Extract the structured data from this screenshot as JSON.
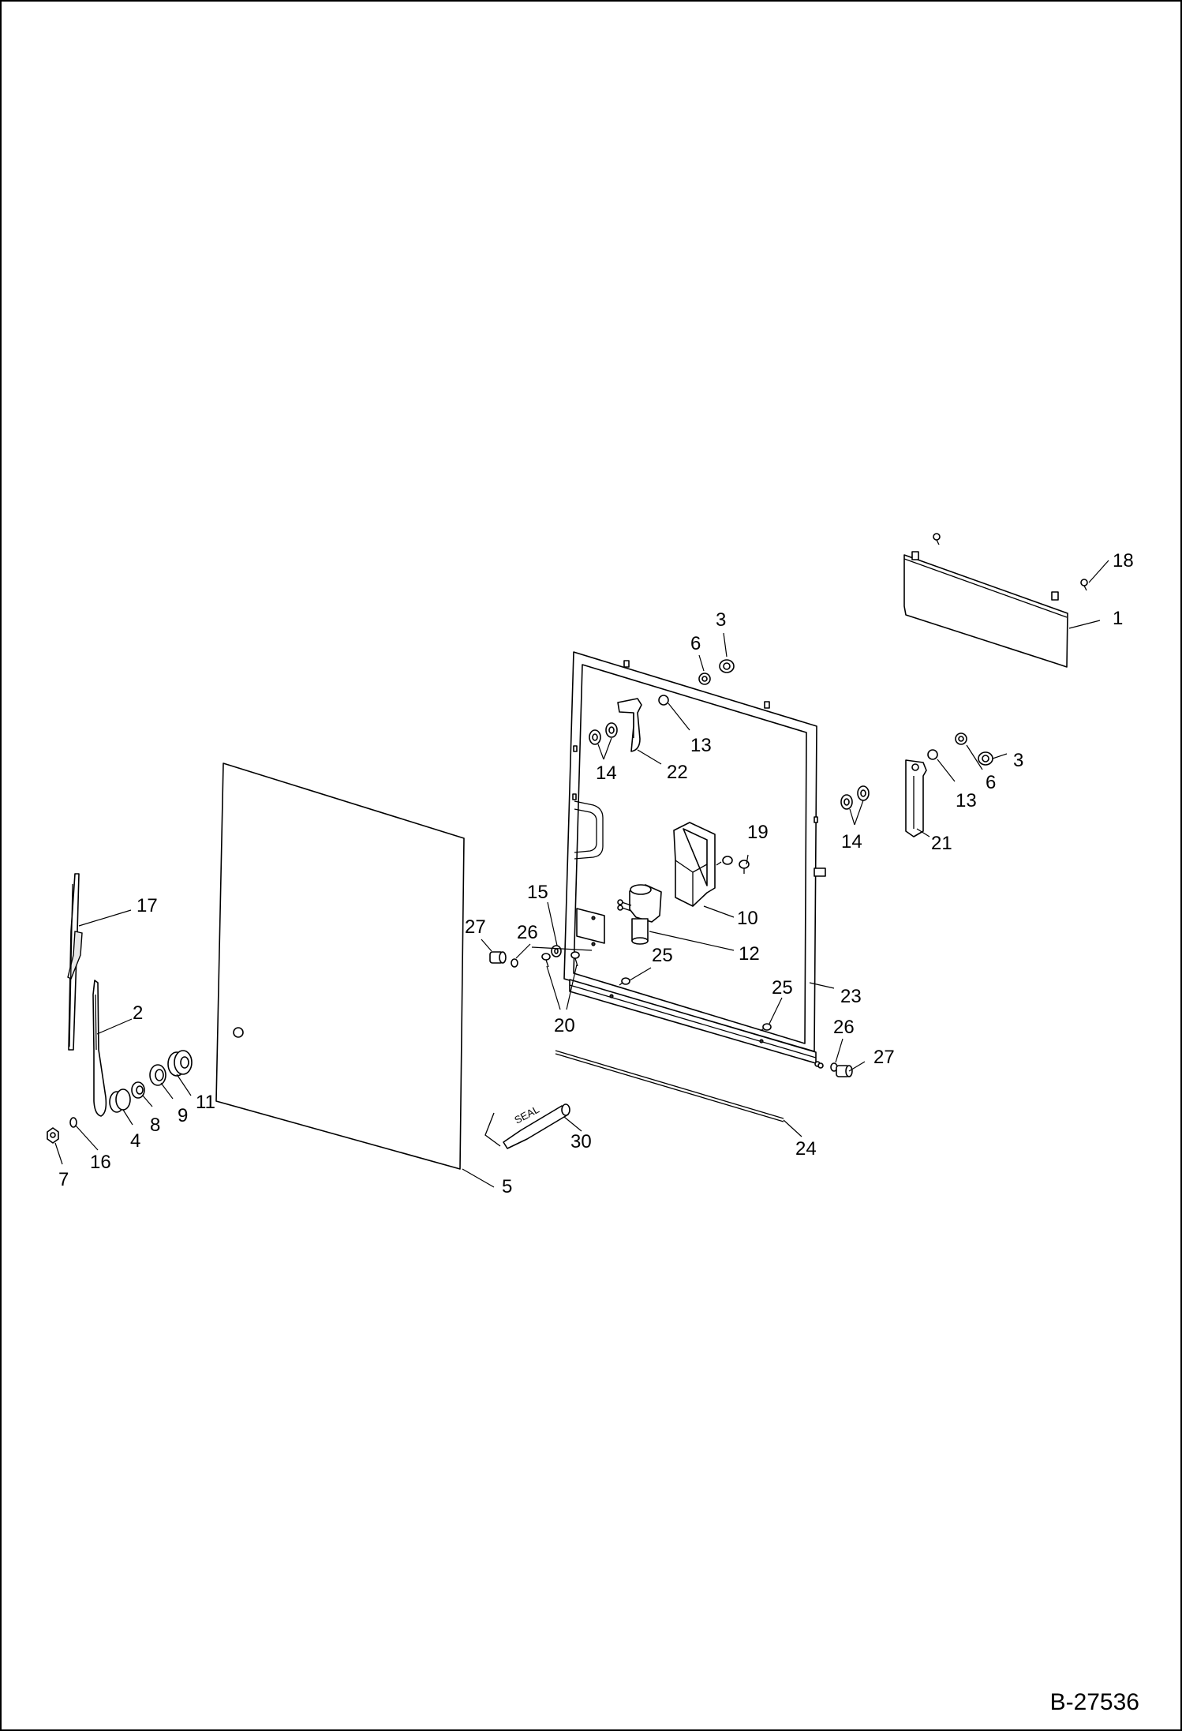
{
  "figure_number": "B-27536",
  "seal_text": "SEAL",
  "callouts": [
    {
      "id": "c1",
      "text": "1"
    },
    {
      "id": "c2",
      "text": "2"
    },
    {
      "id": "c3a",
      "text": "3"
    },
    {
      "id": "c3b",
      "text": "3"
    },
    {
      "id": "c4",
      "text": "4"
    },
    {
      "id": "c5",
      "text": "5"
    },
    {
      "id": "c6a",
      "text": "6"
    },
    {
      "id": "c6b",
      "text": "6"
    },
    {
      "id": "c7",
      "text": "7"
    },
    {
      "id": "c8",
      "text": "8"
    },
    {
      "id": "c9",
      "text": "9"
    },
    {
      "id": "c10",
      "text": "10"
    },
    {
      "id": "c11",
      "text": "11"
    },
    {
      "id": "c12",
      "text": "12"
    },
    {
      "id": "c13a",
      "text": "13"
    },
    {
      "id": "c13b",
      "text": "13"
    },
    {
      "id": "c14a",
      "text": "14"
    },
    {
      "id": "c14b",
      "text": "14"
    },
    {
      "id": "c15",
      "text": "15"
    },
    {
      "id": "c16",
      "text": "16"
    },
    {
      "id": "c17",
      "text": "17"
    },
    {
      "id": "c18",
      "text": "18"
    },
    {
      "id": "c19",
      "text": "19"
    },
    {
      "id": "c20",
      "text": "20"
    },
    {
      "id": "c21",
      "text": "21"
    },
    {
      "id": "c22",
      "text": "22"
    },
    {
      "id": "c23",
      "text": "23"
    },
    {
      "id": "c24",
      "text": "24"
    },
    {
      "id": "c25a",
      "text": "25"
    },
    {
      "id": "c25b",
      "text": "25"
    },
    {
      "id": "c26a",
      "text": "26"
    },
    {
      "id": "c26b",
      "text": "26"
    },
    {
      "id": "c27a",
      "text": "27"
    },
    {
      "id": "c27b",
      "text": "27"
    },
    {
      "id": "c30",
      "text": "30"
    }
  ]
}
